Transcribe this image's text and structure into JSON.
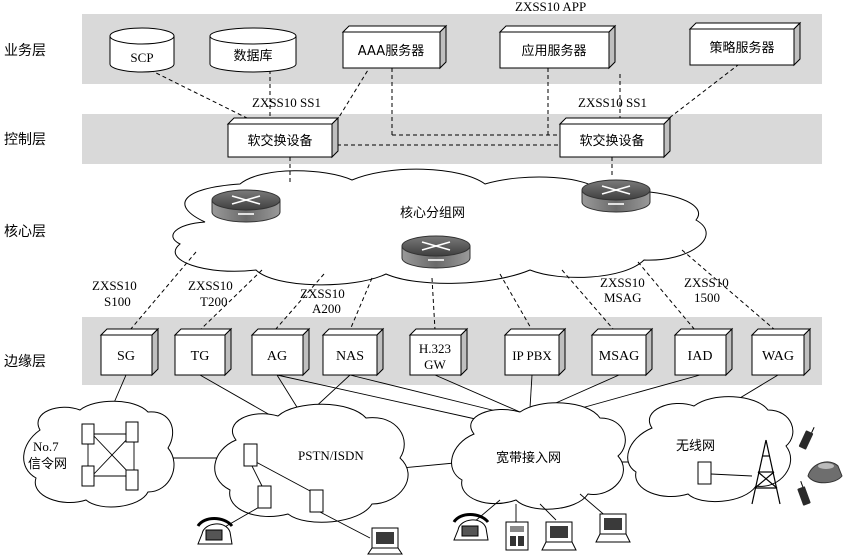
{
  "layers": {
    "service": "业务层",
    "control": "控制层",
    "core": "核心层",
    "edge": "边缘层"
  },
  "top_note": "ZXSS10 APP",
  "service_items": {
    "scp": "SCP",
    "database": "数据库",
    "aaa": "AAA服务器",
    "app_server": "应用服务器",
    "policy_server": "策略服务器"
  },
  "control": {
    "left_label": "ZXSS10 SS1",
    "right_label": "ZXSS10 SS1",
    "left_box": "软交换设备",
    "right_box": "软交换设备"
  },
  "core": {
    "cloud_label": "核心分组网"
  },
  "link_labels": {
    "s100_a": "ZXSS10",
    "s100_b": "S100",
    "t200_a": "ZXSS10",
    "t200_b": "T200",
    "a200_a": "ZXSS10",
    "a200_b": "A200",
    "msag_a": "ZXSS10",
    "msag_b": "MSAG",
    "i1500_a": "ZXSS10",
    "i1500_b": "1500"
  },
  "edge_boxes": {
    "sg": "SG",
    "tg": "TG",
    "ag": "AG",
    "nas": "NAS",
    "h323_a": "H.323",
    "h323_b": "GW",
    "ippbx": "IP PBX",
    "msag": "MSAG",
    "iad": "IAD",
    "wag": "WAG"
  },
  "access": {
    "no7_a": "No.7",
    "no7_b": "信令网",
    "pstn": "PSTN/ISDN",
    "broadband": "宽带接入网",
    "wireless": "无线网"
  }
}
